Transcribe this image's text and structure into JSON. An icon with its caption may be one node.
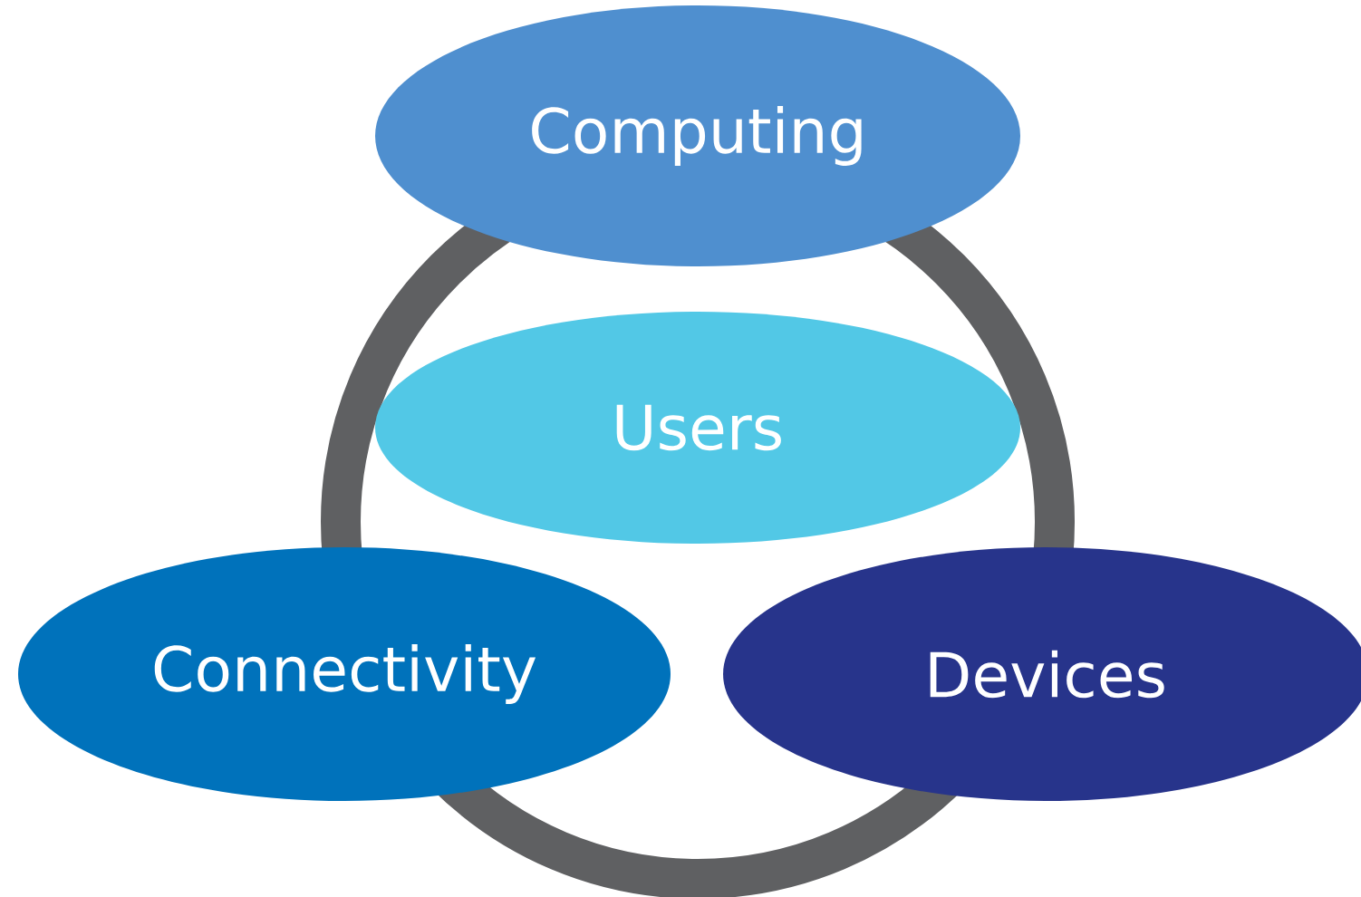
{
  "diagram": {
    "nodes": [
      {
        "text": [
          "Computing"
        ]
      },
      {
        "text": [
          "Users"
        ]
      },
      {
        "text": [
          "Connectivity"
        ]
      },
      {
        "text": [
          "Devices"
        ]
      }
    ]
  }
}
